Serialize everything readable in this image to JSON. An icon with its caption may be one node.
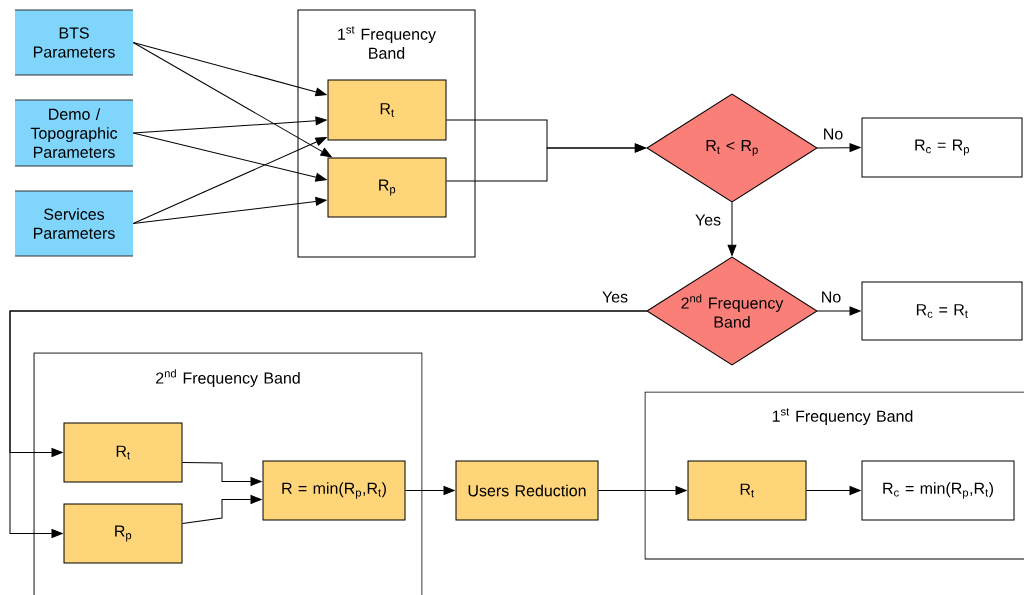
{
  "diagram": {
    "nodes": [
      {
        "text": [
          "BTS Parameters"
        ]
      },
      {
        "text": [
          "Demo / Topographic Parameters"
        ]
      },
      {
        "text": [
          "Services Parameters"
        ]
      },
      {
        "text": [
          "1$^{st}$ Frequency Band"
        ]
      },
      {
        "text": [
          "R$_{t}$"
        ],
        "in": 3
      },
      {
        "text": [
          "R$_{p}$"
        ],
        "in": 3
      },
      {
        "text": [
          "R$_{t}$ < R$_{p}$"
        ]
      },
      {
        "text": [
          "R$_{c}$ = R$_{p}$"
        ]
      },
      {
        "text": [
          "2$^{nd}$ Frequency Band"
        ]
      },
      {
        "text": [
          "R$_{c}$ = R$_{t}$"
        ]
      },
      {
        "text": [
          "2$^{nd}$ Frequency Band"
        ]
      },
      {
        "text": [
          "R$_{t}$"
        ],
        "in": 10
      },
      {
        "text": [
          "R$_{p}$"
        ],
        "in": 10
      },
      {
        "text": [
          "R = min(R$_{p}$,R$_{t}$)"
        ],
        "in": 10
      },
      {
        "text": [
          "Users Reduction"
        ]
      },
      {
        "text": [
          "1$^{st}$ Frequency Band"
        ]
      },
      {
        "text": [
          "R$_{t}$"
        ],
        "in": 15
      },
      {
        "text": [
          "R$_{c}$ = min(R$_{p}$,R$_{t}$)"
        ],
        "in": 15
      }
    ],
    "edges": [
      {
        "from": 0,
        "to": 4,
        "arrow": "to"
      },
      {
        "from": 0,
        "to": 5,
        "arrow": "to"
      },
      {
        "from": 1,
        "to": 4,
        "arrow": "to"
      },
      {
        "from": 1,
        "to": 5,
        "arrow": "to"
      },
      {
        "from": 2,
        "to": 4,
        "arrow": "to"
      },
      {
        "from": 2,
        "to": 5,
        "arrow": "to"
      },
      {
        "from": 4,
        "to": 6,
        "arrow": "to"
      },
      {
        "from": 5,
        "to": 6,
        "arrow": "to"
      },
      {
        "from": 6,
        "to": 7,
        "arrow": "to",
        "label": "No"
      },
      {
        "from": 6,
        "to": 8,
        "arrow": "to",
        "label": "Yes"
      },
      {
        "from": 8,
        "to": 9,
        "arrow": "to",
        "label": "No"
      },
      {
        "from": 8,
        "to": 11,
        "arrow": "to",
        "label": "Yes"
      },
      {
        "from": 8,
        "to": 12,
        "arrow": "to"
      },
      {
        "from": 11,
        "to": 13,
        "arrow": "to"
      },
      {
        "from": 12,
        "to": 13,
        "arrow": "to"
      },
      {
        "from": 13,
        "to": 14,
        "arrow": "to"
      },
      {
        "from": 14,
        "to": 16,
        "arrow": "to"
      },
      {
        "from": 16,
        "to": 17,
        "arrow": "to"
      }
    ]
  }
}
